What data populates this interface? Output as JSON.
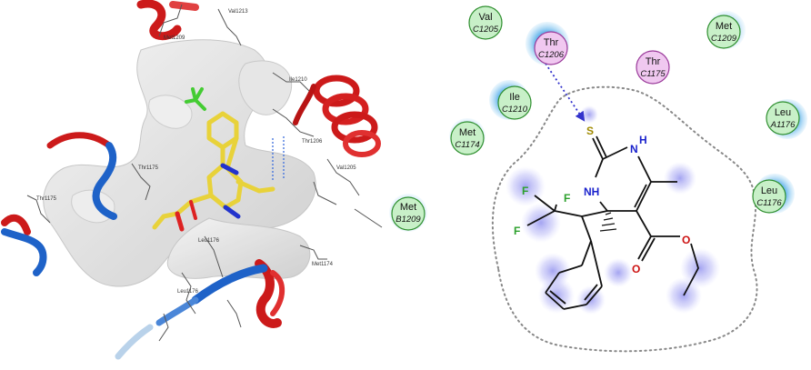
{
  "left_panel": {
    "residue_labels": [
      {
        "key": "val1213",
        "text": "Val1213"
      },
      {
        "key": "met1209",
        "text": "Met1209"
      },
      {
        "key": "ile1210",
        "text": "Ile1210"
      },
      {
        "key": "thr1206",
        "text": "Thr1206"
      },
      {
        "key": "val1205",
        "text": "Val1205"
      },
      {
        "key": "thr1175a",
        "text": "Thr1175"
      },
      {
        "key": "thr1175b",
        "text": "Thr1175"
      },
      {
        "key": "leu1176",
        "text": "Leu1176"
      },
      {
        "key": "met1174",
        "text": "Met1174"
      },
      {
        "key": "leu1176b",
        "text": "Leu1176"
      }
    ]
  },
  "right_panel": {
    "residues": [
      {
        "key": "val_c1205",
        "name": "Val",
        "id": "C1205",
        "color": "#c8f0c8"
      },
      {
        "key": "thr_c1206",
        "name": "Thr",
        "id": "C1206",
        "color": "#f0c8f0"
      },
      {
        "key": "thr_c1175",
        "name": "Thr",
        "id": "C1175",
        "color": "#f0c8f0"
      },
      {
        "key": "met_c1209",
        "name": "Met",
        "id": "C1209",
        "color": "#c8f0c8"
      },
      {
        "key": "ile_c1210",
        "name": "Ile",
        "id": "C1210",
        "color": "#c8f0c8"
      },
      {
        "key": "met_c1174",
        "name": "Met",
        "id": "C1174",
        "color": "#c8f0c8"
      },
      {
        "key": "leu_a1176",
        "name": "Leu",
        "id": "A1176",
        "color": "#c8f0c8"
      },
      {
        "key": "met_b1209",
        "name": "Met",
        "id": "B1209",
        "color": "#c8f0c8"
      },
      {
        "key": "leu_c1176",
        "name": "Leu",
        "id": "C1176",
        "color": "#c8f0c8"
      }
    ],
    "atoms": {
      "s": "S",
      "n_top": "N",
      "h_top": "H",
      "nh_left": "NH",
      "f1": "F",
      "f2": "F",
      "f3": "F",
      "o_carbonyl": "O",
      "o_ester": "O"
    }
  }
}
